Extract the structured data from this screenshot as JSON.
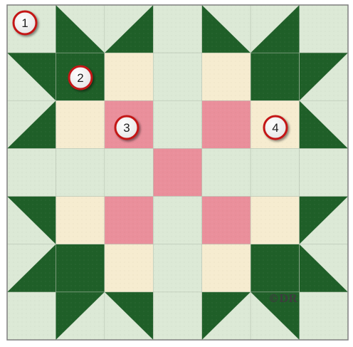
{
  "colors": {
    "background": "#ffffff",
    "frame": "#7f7f7f",
    "light_green": "#dce9d6",
    "dark_green": "#1f5f28",
    "cream": "#f6ecd0",
    "pink": "#ea8f9b",
    "seam": "#b9c5b4",
    "badge_ring": "#c41818"
  },
  "badges": [
    {
      "label": "1"
    },
    {
      "label": "2"
    },
    {
      "label": "3"
    },
    {
      "label": "4"
    }
  ],
  "watermark": {
    "text": "©DR"
  }
}
